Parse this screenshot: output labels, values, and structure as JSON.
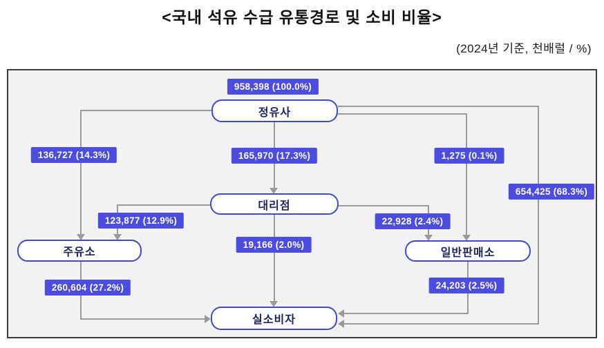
{
  "title": "<국내 석유 수급 유통경로 및 소비 비율>",
  "subtitle": "(2024년 기준, 천배럴 / %)",
  "colors": {
    "badge_bg": "#4c4ce0",
    "badge_text": "#ffffff",
    "node_border": "#4545cf",
    "node_text": "#1d2260",
    "line": "#9a9a9a",
    "panel_bg": "#f2f2f4",
    "panel_border": "#3d3d3d"
  },
  "nodes": {
    "refinery": {
      "label": "정유사"
    },
    "agency": {
      "label": "대리점"
    },
    "gas_station": {
      "label": "주유소"
    },
    "general_store": {
      "label": "일반판매소"
    },
    "consumer": {
      "label": "실소비자"
    }
  },
  "flows": {
    "total_supply": {
      "value": 958398,
      "percent": 100.0,
      "label": "958,398 (100.0%)"
    },
    "refinery_to_gas_station": {
      "value": 136727,
      "percent": 14.3,
      "label": "136,727 (14.3%)"
    },
    "refinery_to_agency": {
      "value": 165970,
      "percent": 17.3,
      "label": "165,970 (17.3%)"
    },
    "refinery_to_general_store": {
      "value": 1275,
      "percent": 0.1,
      "label": "1,275 (0.1%)"
    },
    "refinery_to_consumer": {
      "value": 654425,
      "percent": 68.3,
      "label": "654,425 (68.3%)"
    },
    "agency_to_gas_station": {
      "value": 123877,
      "percent": 12.9,
      "label": "123,877 (12.9%)"
    },
    "agency_to_general_store": {
      "value": 22928,
      "percent": 2.4,
      "label": "22,928 (2.4%)"
    },
    "agency_to_consumer": {
      "value": 19166,
      "percent": 2.0,
      "label": "19,166 (2.0%)"
    },
    "gas_station_to_consumer": {
      "value": 260604,
      "percent": 27.2,
      "label": "260,604 (27.2%)"
    },
    "general_store_to_consumer": {
      "value": 24203,
      "percent": 2.5,
      "label": "24,203 (2.5%)"
    }
  }
}
